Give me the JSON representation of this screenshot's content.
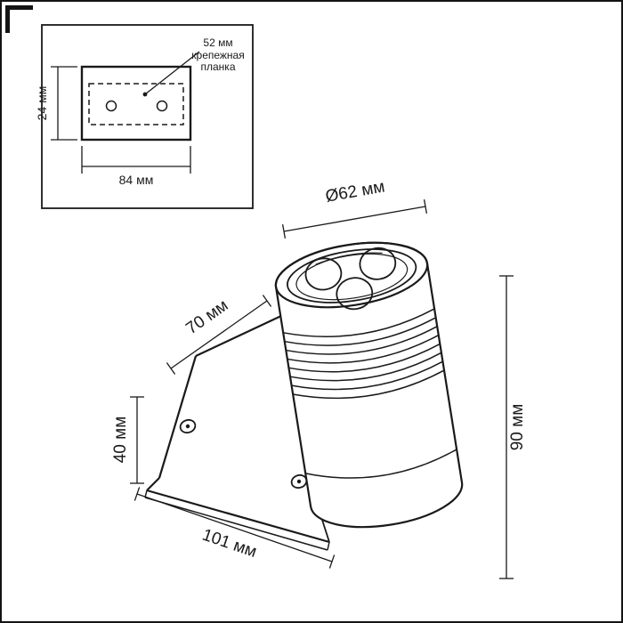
{
  "inset": {
    "dim_plate_span": "52 мм",
    "plate_label_line1": "крепежная",
    "plate_label_line2": "планка",
    "dim_height": "24 мм",
    "dim_width": "84 мм"
  },
  "fixture": {
    "dim_diameter": "Ø62 мм",
    "dim_depth": "70 мм",
    "dim_bracket_height": "40 мм",
    "dim_total_height": "90 мм",
    "dim_base_length": "101 мм"
  },
  "colors": {
    "line": "#1a1a1a",
    "background": "#ffffff"
  }
}
